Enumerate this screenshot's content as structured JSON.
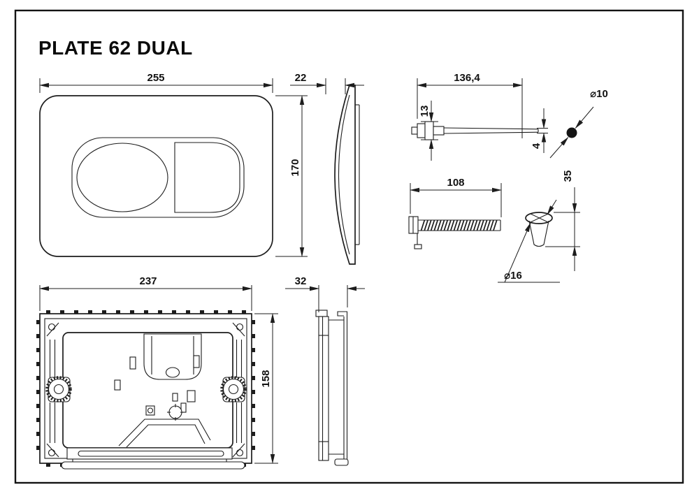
{
  "title": "PLATE 62 DUAL",
  "colors": {
    "ink": "#1d1d1d",
    "paper": "#ffffff"
  },
  "dims": {
    "plate_width": "255",
    "plate_depth": "22",
    "plate_height": "170",
    "rod_length": "136,4",
    "rod_clevis": "13",
    "rod_tip": "4",
    "pin_dia": "⌀10",
    "rack_length": "108",
    "cone_height": "35",
    "cone_dia": "⌀16",
    "frame_width": "237",
    "frame_depth": "32",
    "frame_height": "158"
  }
}
